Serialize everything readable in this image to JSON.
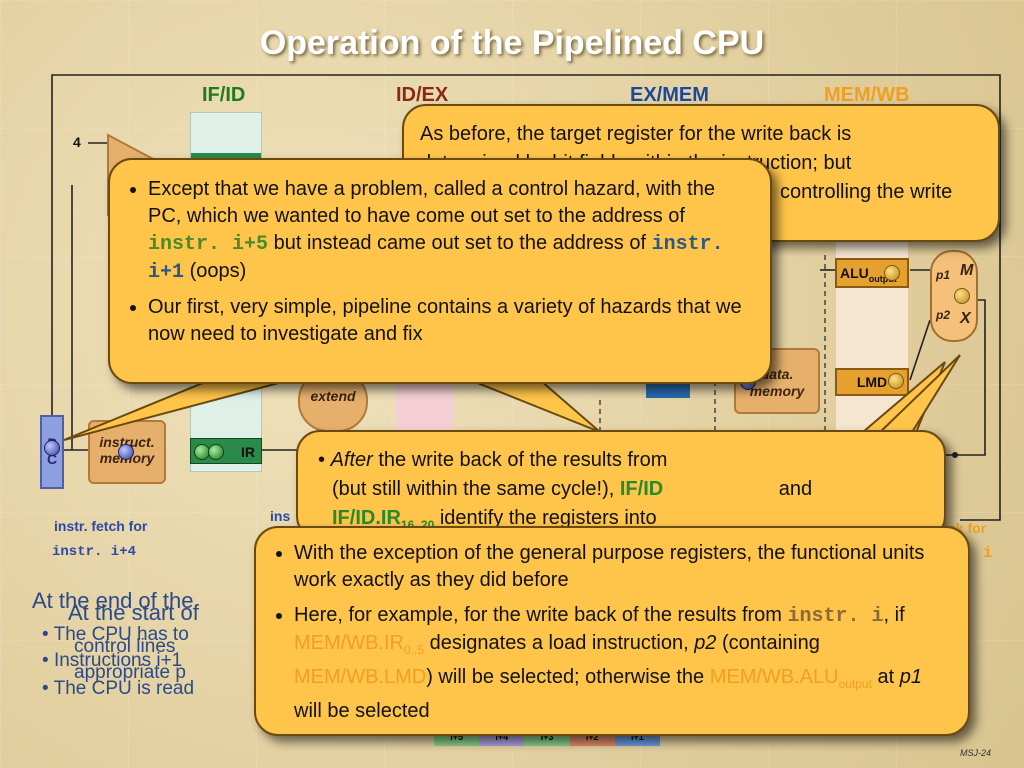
{
  "title": "Operation of the Pipelined CPU",
  "stages": {
    "if_id": "IF/ID",
    "id_ex": "ID/EX",
    "ex_mem": "EX/MEM",
    "mem_wb": "MEM/WB"
  },
  "diagram": {
    "const_four": "4",
    "pc_label": "P C",
    "instr_memory": "instruct. memory",
    "sign_extend": "extend",
    "data_memory": "data. memory",
    "alu_output": "ALU",
    "alu_output_sub": "output",
    "lmd": "LMD",
    "mux_m": "M",
    "mux_x": "X",
    "mux_p1": "p1",
    "mux_p2": "p2",
    "ir_frag": "IR",
    "label_fetch": "instr. fetch for",
    "label_fetch_instr": "instr. i+4",
    "label_inst_frag": "ins",
    "label_wb_frag": "ck for",
    "label_wb_instr_frag": "i",
    "footer": "MSJ-24",
    "tiny_table": [
      "i+5",
      "i+4",
      "i+3",
      "i+2",
      "i+1"
    ]
  },
  "background_text": {
    "line1": "At the end of the",
    "line2": "At the start of",
    "bullet1": "The CPU has to",
    "bullet1b": "control lines",
    "bullet2": "Instructions i+1",
    "bullet2b": "appropriate p",
    "bullet3": "The CPU is read"
  },
  "callout_top_right": {
    "line1": "As before, the target register for the write back is",
    "line2": "determined by bit fields within the instruction; but",
    "line3": "controlling the write"
  },
  "callout_main": {
    "b1_part1": "Except that we have a problem, called a control hazard, with the PC, which we wanted to have come out set to the address of ",
    "b1_code1": "instr. i+5",
    "b1_part2": " but instead came out set to the address of ",
    "b1_code2": "instr. i+1",
    "b1_part3": " (oops)",
    "b2": "Our first, very simple, pipeline contains a variety of hazards that we now need to investigate and fix"
  },
  "callout_middle": {
    "after": "After",
    "part1": " the write back of the results from ",
    "line2a": "(but still within the same cycle!), ",
    "if_id_frag": "IF/ID",
    "line2b": " and",
    "line3a": "IF/ID.IR",
    "line3sub": "16..20",
    "line3b": " identify the registers           into"
  },
  "callout_bottom": {
    "b1": "With the exception of the general purpose registers, the functional units work exactly as they did before",
    "b2_part1": "Here, for example, for the write back of the results from ",
    "b2_code": "instr. i",
    "b2_part2": ", if ",
    "b2_reg1": "MEM/WB.IR",
    "b2_reg1sub": "0..5",
    "b2_part3": " designates a load instruction, ",
    "b2_p2": "p2",
    "b2_part4": " (containing ",
    "b2_reg2": "MEM/WB.LMD",
    "b2_part5": ") will be selected; otherwise the ",
    "b2_reg3": "MEM/WB.ALU",
    "b2_reg3sub": "output",
    "b2_part6": " at ",
    "b2_p1": "p1",
    "b2_part7": " will be selected"
  },
  "colors": {
    "if_id": "#1f7a1f",
    "id_ex": "#8a2a10",
    "ex_mem": "#1a4aa0",
    "mem_wb": "#f0a020",
    "callout_fill": "#ffc54a",
    "title": "#ffffff"
  }
}
